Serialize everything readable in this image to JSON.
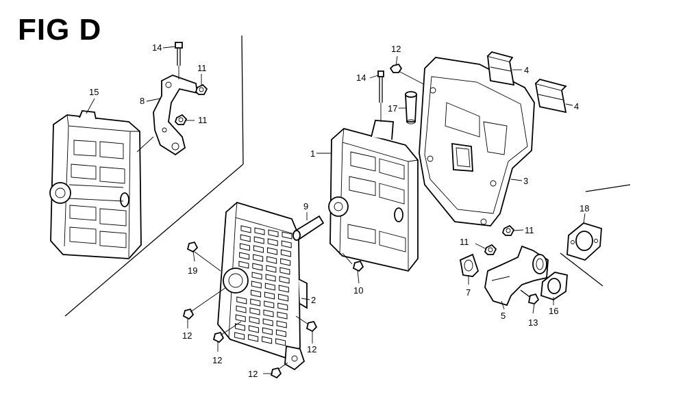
{
  "figure": {
    "title": "FIG D"
  },
  "callouts": [
    {
      "id": "c14a",
      "label": "14"
    },
    {
      "id": "c11a",
      "label": "11"
    },
    {
      "id": "c8",
      "label": "8"
    },
    {
      "id": "c11b",
      "label": "11"
    },
    {
      "id": "c15",
      "label": "15"
    },
    {
      "id": "c12a",
      "label": "12"
    },
    {
      "id": "c14b",
      "label": "14"
    },
    {
      "id": "c17",
      "label": "17"
    },
    {
      "id": "c4a",
      "label": "4"
    },
    {
      "id": "c4b",
      "label": "4"
    },
    {
      "id": "c1",
      "label": "1"
    },
    {
      "id": "c3",
      "label": "3"
    },
    {
      "id": "c18",
      "label": "18"
    },
    {
      "id": "c9",
      "label": "9"
    },
    {
      "id": "c11c",
      "label": "11"
    },
    {
      "id": "c11d",
      "label": "11"
    },
    {
      "id": "c19",
      "label": "19"
    },
    {
      "id": "c10",
      "label": "10"
    },
    {
      "id": "c7",
      "label": "7"
    },
    {
      "id": "c2",
      "label": "2"
    },
    {
      "id": "c5",
      "label": "5"
    },
    {
      "id": "c13",
      "label": "13"
    },
    {
      "id": "c16",
      "label": "16"
    },
    {
      "id": "c12b",
      "label": "12"
    },
    {
      "id": "c12c",
      "label": "12"
    },
    {
      "id": "c12d",
      "label": "12"
    },
    {
      "id": "c12e",
      "label": "12"
    }
  ]
}
